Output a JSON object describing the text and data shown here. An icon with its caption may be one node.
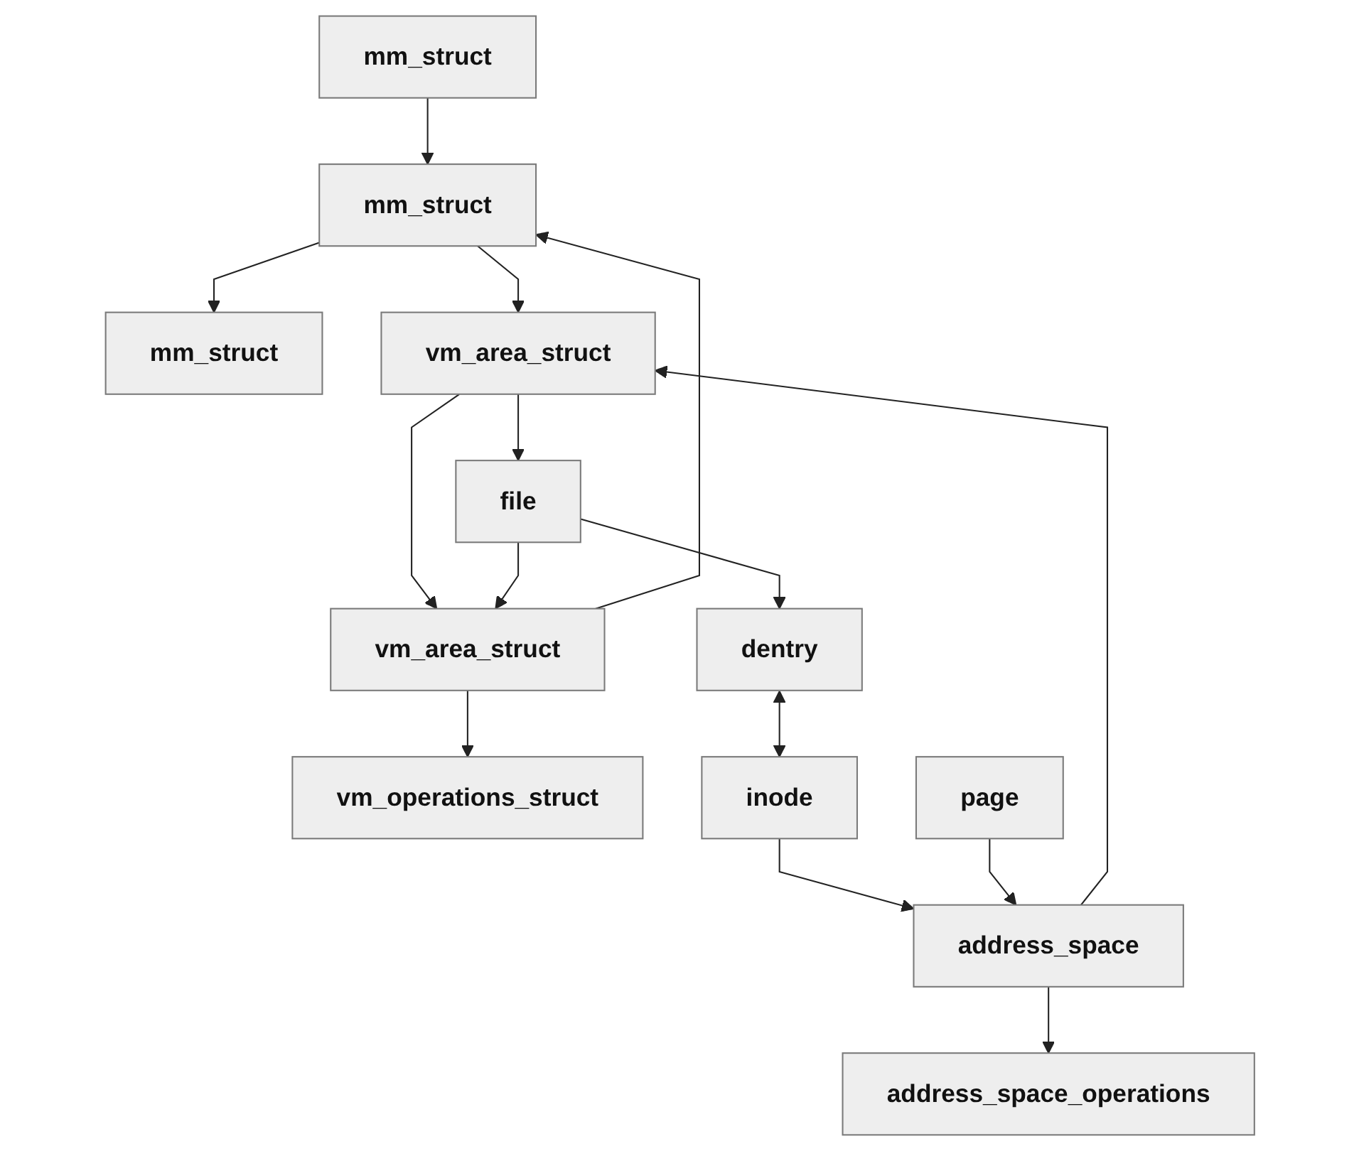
{
  "diagram": {
    "nodes": [
      {
        "text": [
          "mm_struct"
        ]
      },
      {
        "text": [
          "mm_struct"
        ]
      },
      {
        "text": [
          "mm_struct"
        ]
      },
      {
        "text": [
          "vm_area_struct"
        ]
      },
      {
        "text": [
          "vm_area_struct"
        ]
      },
      {
        "text": [
          "file"
        ]
      },
      {
        "text": [
          "vm_operations_struct"
        ]
      },
      {
        "text": [
          "dentry"
        ]
      },
      {
        "text": [
          "inode"
        ]
      },
      {
        "text": [
          "address_space"
        ]
      },
      {
        "text": [
          "address_space_operations"
        ]
      },
      {
        "text": [
          "page"
        ]
      }
    ],
    "edges": [
      {
        "from": 0,
        "to": 1,
        "arrow": "to"
      },
      {
        "from": 1,
        "to": 2,
        "arrow": "to"
      },
      {
        "from": 1,
        "to": 3,
        "arrow": "to"
      },
      {
        "from": 4,
        "to": 1,
        "arrow": "to"
      },
      {
        "from": 3,
        "to": 4,
        "arrow": "to"
      },
      {
        "from": 3,
        "to": 5,
        "arrow": "to"
      },
      {
        "from": 5,
        "to": 4,
        "arrow": "to"
      },
      {
        "from": 4,
        "to": 6,
        "arrow": "to"
      },
      {
        "from": 5,
        "to": 7,
        "arrow": "to"
      },
      {
        "from": 7,
        "to": 8,
        "arrow": "both"
      },
      {
        "from": 8,
        "to": 9,
        "arrow": "to"
      },
      {
        "from": 9,
        "to": 3,
        "arrow": "to"
      },
      {
        "from": 9,
        "to": 10,
        "arrow": "to"
      },
      {
        "from": 11,
        "to": 9,
        "arrow": "to"
      }
    ]
  }
}
